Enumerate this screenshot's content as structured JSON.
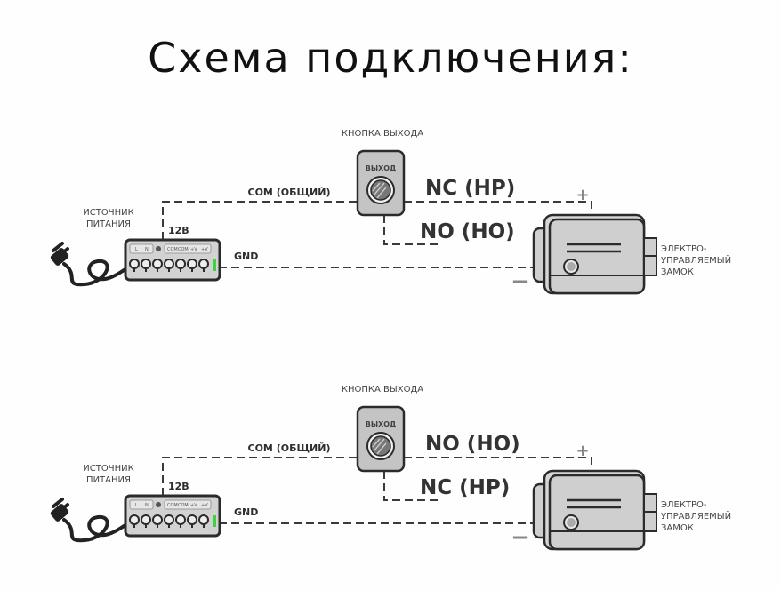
{
  "title": "Схема подключения:",
  "colors": {
    "wire": "#3a3a3a",
    "device_fill": "#c9c9c9",
    "device_stroke": "#2b2b2b",
    "indicator_green": "#3fd13f",
    "text_dark": "#333333"
  },
  "diagrams": [
    {
      "power_supply": {
        "label_line1": "ИСТОЧНИК",
        "label_line2": "ПИТАНИЯ",
        "panel": [
          "L",
          "N",
          "COM",
          "COM",
          "+V",
          "+V"
        ],
        "terminal_count": 7
      },
      "wire_12v": "12В",
      "wire_com": "COM (ОБЩИЙ)",
      "wire_gnd": "GND",
      "exit_button": {
        "caption": "КНОПКА ВЫХОДА",
        "face_label": "ВЫХОД"
      },
      "upper_contact": "NC (НР)",
      "lower_contact": "NO (НО)",
      "plus_sign": "+",
      "minus_sign": "−",
      "lock": {
        "label_line1": "ЭЛЕКТРО-",
        "label_line2": "УПРАВЛЯЕМЫЙ",
        "label_line3": "ЗАМОК"
      }
    },
    {
      "power_supply": {
        "label_line1": "ИСТОЧНИК",
        "label_line2": "ПИТАНИЯ",
        "panel": [
          "L",
          "N",
          "COM",
          "COM",
          "+V",
          "+V"
        ],
        "terminal_count": 7
      },
      "wire_12v": "12В",
      "wire_com": "COM (ОБЩИЙ)",
      "wire_gnd": "GND",
      "exit_button": {
        "caption": "КНОПКА ВЫХОДА",
        "face_label": "ВЫХОД"
      },
      "upper_contact": "NO (НО)",
      "lower_contact": "NC (НР)",
      "plus_sign": "+",
      "minus_sign": "−",
      "lock": {
        "label_line1": "ЭЛЕКТРО-",
        "label_line2": "УПРАВЛЯЕМЫЙ",
        "label_line3": "ЗАМОК"
      }
    }
  ]
}
